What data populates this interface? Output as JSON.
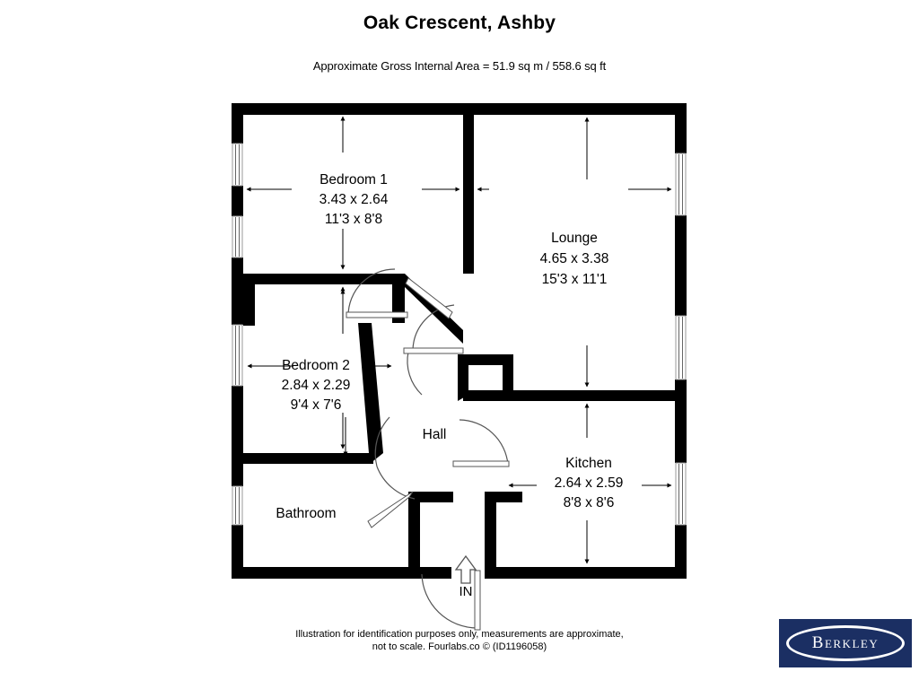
{
  "header": {
    "title": "Oak Crescent, Ashby",
    "subtitle": "Approximate Gross Internal Area = 51.9 sq m / 558.6 sq ft"
  },
  "rooms": [
    {
      "name": "Bedroom 1",
      "metric": "3.43 x 2.64",
      "imperial": "11'3 x 8'8"
    },
    {
      "name": "Lounge",
      "metric": "4.65 x 3.38",
      "imperial": "15'3 x 11'1"
    },
    {
      "name": "Bedroom 2",
      "metric": "2.84 x 2.29",
      "imperial": "9'4 x 7'6"
    },
    {
      "name": "Kitchen",
      "metric": "2.64 x 2.59",
      "imperial": "8'8 x 8'6"
    },
    {
      "name": "Hall",
      "metric": "",
      "imperial": ""
    },
    {
      "name": "Bathroom",
      "metric": "",
      "imperial": ""
    }
  ],
  "entrance": {
    "label": "IN"
  },
  "footer": {
    "line1": "Illustration for identification purposes only, measurements are approximate,",
    "line2": "not to scale. Fourlabs.co © (ID1196058)"
  },
  "logo": {
    "text": "Berkley",
    "background_color": "#1b2f63",
    "ring_color": "#ffffff"
  },
  "colors": {
    "wall": "#000000",
    "background": "#ffffff",
    "window_frame": "#808080",
    "door_line": "#555555"
  }
}
